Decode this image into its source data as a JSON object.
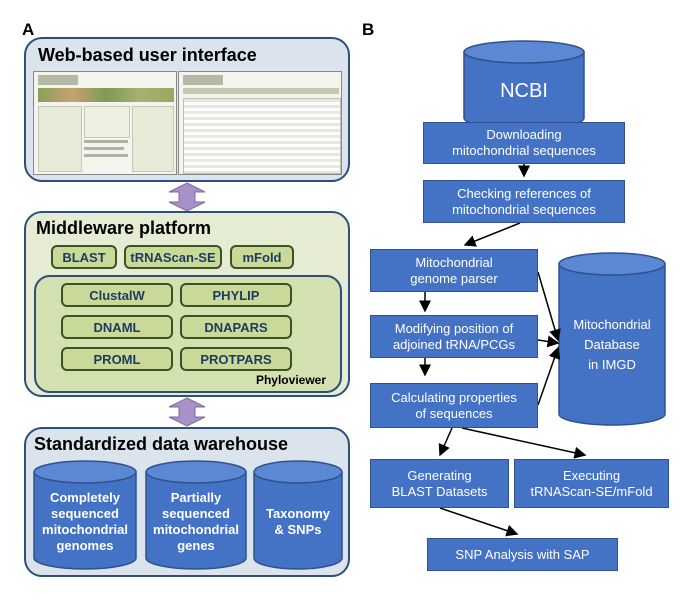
{
  "panel_a": {
    "letter": "A",
    "ui_layer": {
      "title": "Web-based user interface"
    },
    "middleware": {
      "title": "Middleware platform",
      "top_tools": [
        "BLAST",
        "tRNAScan-SE",
        "mFold"
      ],
      "phylo_tools": [
        "ClustalW",
        "PHYLIP",
        "DNAML",
        "DNAPARS",
        "PROML",
        "PROTPARS"
      ],
      "phylo_label": "Phyloviewer"
    },
    "warehouse": {
      "title": "Standardized data warehouse",
      "cylinders": [
        "Completely\nsequenced\nmitochondrial\ngenomes",
        "Partially\nsequenced\nmitochondrial\ngenes",
        "Taxonomy\n& SNPs"
      ]
    },
    "colors": {
      "layer_fill": "#dbe3ec",
      "middleware_fill": "#e6ebd3",
      "tool_fill": "#c8d99a",
      "cylinder": "#4472c4",
      "arrow": "#a890c8"
    }
  },
  "panel_b": {
    "letter": "B",
    "ncbi": "NCBI",
    "steps": {
      "download": "Downloading\nmitochondrial sequences",
      "check": "Checking references of\nmitochondrial sequences",
      "parser": "Mitochondrial\ngenome parser",
      "modify": "Modifying position of\nadjoined tRNA/PCGs",
      "calculate": "Calculating properties\nof sequences",
      "blast": "Generating\nBLAST Datasets",
      "trna": "Executing\ntRNAScan-SE/mFold",
      "snp": "SNP Analysis with SAP"
    },
    "database": "Mitochondrial\nDatabase\nin IMGD",
    "colors": {
      "box": "#4472c4",
      "border": "#2f528f",
      "text": "#ffffff"
    }
  }
}
